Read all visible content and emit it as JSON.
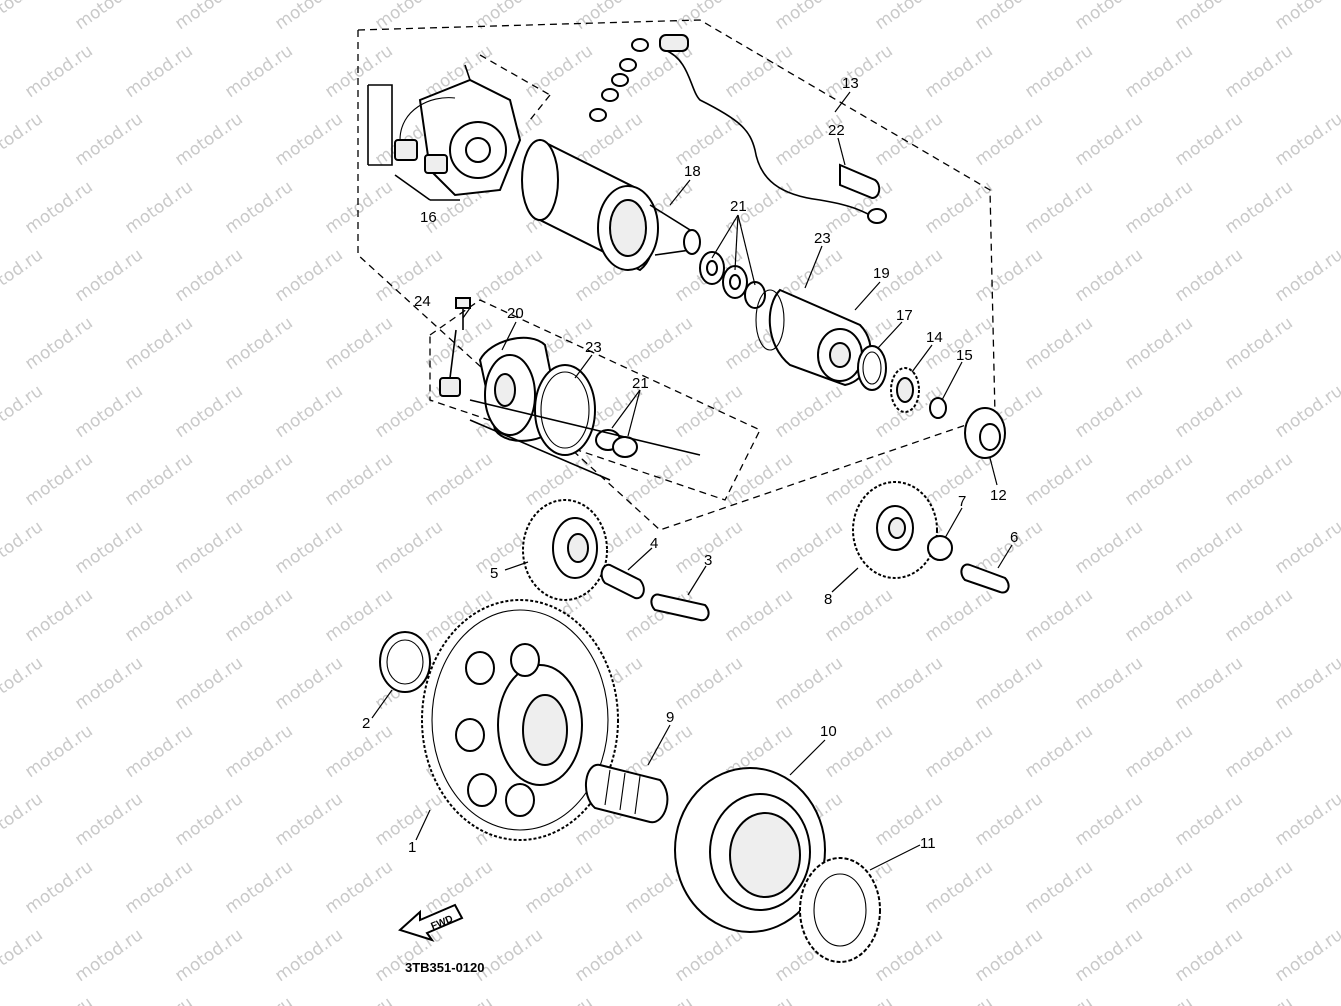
{
  "watermark": "motod.ru",
  "diagram_code": "3TB351-0120",
  "front_arrow_label": "FWD",
  "callouts": {
    "c1": "1",
    "c2": "2",
    "c3": "3",
    "c4": "4",
    "c5": "5",
    "c6": "6",
    "c7": "7",
    "c8": "8",
    "c9": "9",
    "c10": "10",
    "c11": "11",
    "c12": "12",
    "c13": "13",
    "c14": "14",
    "c15": "15",
    "c16": "16",
    "c17": "17",
    "c18": "18",
    "c19": "19",
    "c20": "20",
    "c21a": "21",
    "c21b": "21",
    "c22": "22",
    "c23a": "23",
    "c23b": "23",
    "c24": "24"
  }
}
